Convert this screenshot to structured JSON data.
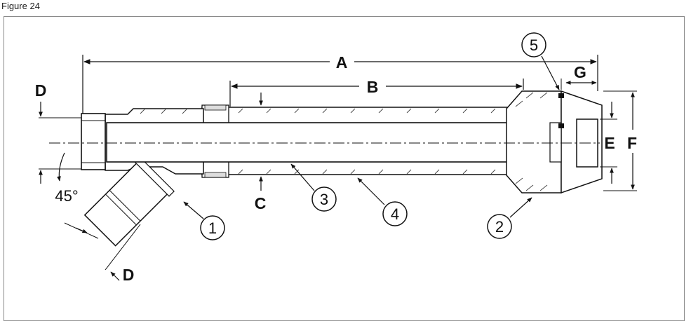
{
  "figure_title": "Figure 24",
  "labels": {
    "A": "A",
    "B": "B",
    "C": "C",
    "D_top": "D",
    "D_bottom": "D",
    "E": "E",
    "F": "F",
    "G": "G",
    "angle": "45°"
  },
  "callouts": [
    "1",
    "2",
    "3",
    "4",
    "5"
  ],
  "colors": {
    "line": "#111111",
    "frame": "#8a8a8a",
    "hatch": "#444444"
  }
}
